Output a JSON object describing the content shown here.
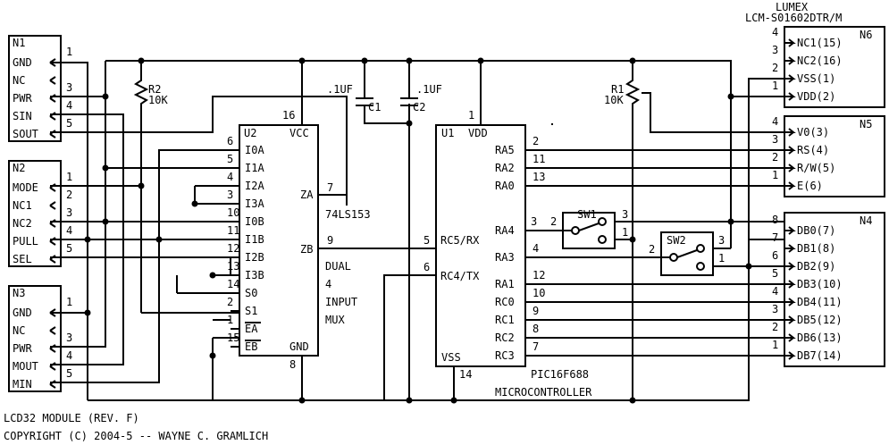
{
  "title": "LCD32 MODULE (REV. F)",
  "copyright": "COPYRIGHT (C) 2004-5 -- WAYNE C. GRAMLICH",
  "n1": {
    "ref": "N1",
    "labels": [
      "GND",
      "NC",
      "PWR",
      "SIN",
      "SOUT"
    ],
    "pins": [
      "1",
      "",
      "3",
      "4",
      "5"
    ]
  },
  "n2": {
    "ref": "N2",
    "labels": [
      "MODE",
      "NC1",
      "NC2",
      "PULL",
      "SEL"
    ],
    "pins": [
      "1",
      "2",
      "3",
      "4",
      "5"
    ]
  },
  "n3": {
    "ref": "N3",
    "labels": [
      "GND",
      "NC",
      "PWR",
      "MOUT",
      "MIN"
    ],
    "pins": [
      "1",
      "",
      "3",
      "4",
      "5"
    ]
  },
  "n6": {
    "ref": "N6",
    "labels": [
      "NC1(15)",
      "NC2(16)",
      "VSS(1)",
      "VDD(2)"
    ],
    "pins": [
      "4",
      "3",
      "2",
      "1"
    ]
  },
  "n5": {
    "ref": "N5",
    "labels": [
      "V0(3)",
      "RS(4)",
      "R/W(5)",
      "E(6)"
    ],
    "pins": [
      "4",
      "3",
      "2",
      "1"
    ]
  },
  "n4": {
    "ref": "N4",
    "labels": [
      "DB0(7)",
      "DB1(8)",
      "DB2(9)",
      "DB3(10)",
      "DB4(11)",
      "DB5(12)",
      "DB6(13)",
      "DB7(14)"
    ],
    "pins": [
      "8",
      "7",
      "6",
      "5",
      "4",
      "3",
      "2",
      "1"
    ]
  },
  "lumex": [
    "LUMEX",
    "LCM-S01602DTR/M"
  ],
  "u2": {
    "ref": "U2",
    "vcc": "VCC",
    "vcc_pin": "16",
    "gnd": "GND",
    "gnd_pin": "8",
    "part": "74LS153",
    "desc": [
      "DUAL",
      "4",
      "INPUT",
      "MUX"
    ],
    "left": [
      "I0A",
      "I1A",
      "I2A",
      "I3A",
      "I0B",
      "I1B",
      "I2B",
      "I3B",
      "S0",
      "S1",
      "EA",
      "EB"
    ],
    "left_pins": [
      "6",
      "5",
      "4",
      "3",
      "10",
      "11",
      "12",
      "13",
      "14",
      "2",
      "1",
      "15"
    ],
    "za": "ZA",
    "za_pin": "7",
    "zb": "ZB",
    "zb_pin": "9"
  },
  "u1": {
    "ref": "U1",
    "vdd": "VDD",
    "vdd_pin": "1",
    "vss": "VSS",
    "vss_pin": "14",
    "part": "PIC16F688",
    "desc": "MICROCONTROLLER",
    "right": [
      "RA5",
      "RA2",
      "RA0",
      "RA4",
      "RA3",
      "RA1",
      "RC0",
      "RC1",
      "RC2",
      "RC3"
    ],
    "right_pins": [
      "2",
      "11",
      "13",
      "3",
      "4",
      "12",
      "10",
      "9",
      "8",
      "7"
    ],
    "left": [
      "RC5/RX",
      "RC4/TX"
    ],
    "left_pins": [
      "5",
      "6"
    ]
  },
  "c1": {
    "ref": "C1",
    "value": ".1UF"
  },
  "c2": {
    "ref": "C2",
    "value": ".1UF"
  },
  "r1": {
    "ref": "R1",
    "value": "10K"
  },
  "r2": {
    "ref": "R2",
    "value": "10K"
  },
  "sw1": {
    "ref": "SW1",
    "pins": [
      "2",
      "3",
      "1"
    ]
  },
  "sw2": {
    "ref": "SW2",
    "pins": [
      "2",
      "3",
      "1"
    ]
  }
}
